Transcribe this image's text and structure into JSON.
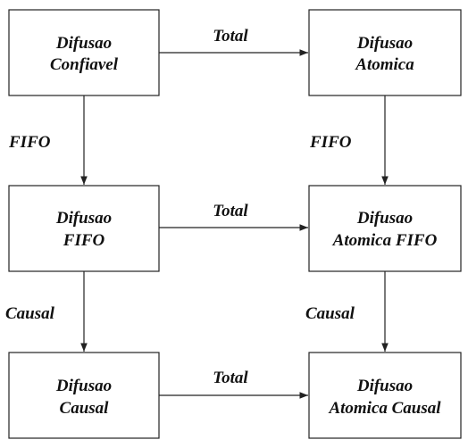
{
  "nodes": {
    "difusao_confiavel": {
      "line1": "Difusao",
      "line2": "Confiavel"
    },
    "difusao_atomica": {
      "line1": "Difusao",
      "line2": "Atomica"
    },
    "difusao_fifo": {
      "line1": "Difusao",
      "line2": "FIFO"
    },
    "difusao_atomica_fifo": {
      "line1": "Difusao",
      "line2": "Atomica FIFO"
    },
    "difusao_causal": {
      "line1": "Difusao",
      "line2": "Causal"
    },
    "difusao_atomica_causal": {
      "line1": "Difusao",
      "line2": "Atomica Causal"
    }
  },
  "edges": {
    "confiavel_to_atomica": "Total",
    "confiavel_to_fifo": "FIFO",
    "atomica_to_atomica_fifo": "FIFO",
    "fifo_to_atomica_fifo": "Total",
    "fifo_to_causal": "Causal",
    "atomica_fifo_to_atomica_causal": "Causal",
    "causal_to_atomica_causal": "Total"
  }
}
